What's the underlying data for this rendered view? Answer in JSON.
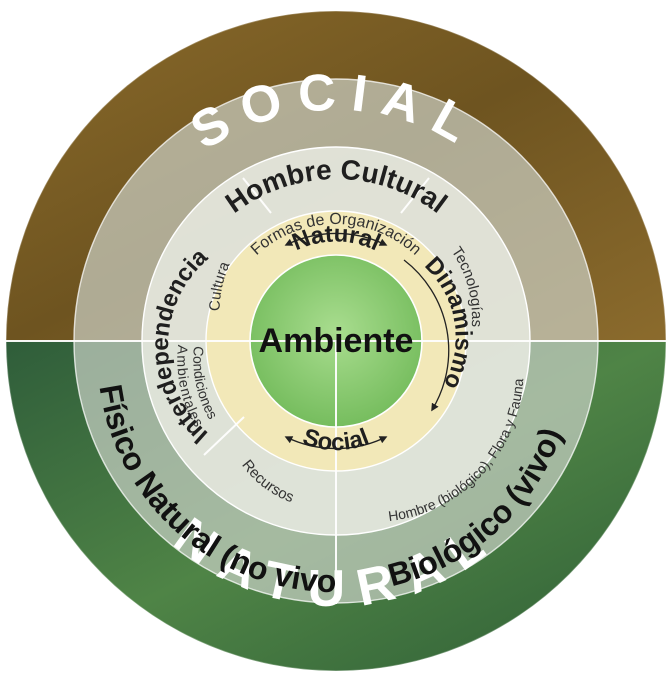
{
  "diagram": {
    "outer_top": "SOCIAL",
    "outer_bottom": "NATURAL",
    "hombre_cultural": "Hombre Cultural",
    "fisico_natural_bold": "Físico Natural",
    "fisico_natural_light": "(no vivo)",
    "biologico_bold": "Biológico",
    "biologico_light": "(vivo)",
    "formas_organizacion": "Formas de Organización",
    "cultura": "Cultura",
    "tecnologias": "Tecnologías",
    "condiciones_line1": "Condiciones",
    "condiciones_line2": "Ambientales",
    "recursos": "Recursos",
    "hombre_biologico": "Hombre (biológico), Flora y Fauna",
    "natural_inner": "Natural",
    "social_inner": "Social",
    "dinamismo": "Dinamismo",
    "interdependencia": "Interdependencia",
    "center": "Ambiente"
  },
  "colors": {
    "outer_top": "#7a5c22",
    "outer_top_dark": "#4f3a14",
    "outer_bottom": "#3f6f3e",
    "outer_bottom_dark": "#224a2c",
    "ring2": "#c9ccc3",
    "ring3": "#dcdfd6",
    "ring4": "#efe6b4",
    "center": "#8fcf78",
    "center_edge": "#6fb45a",
    "text_dark": "#1d1d1d",
    "text_white": "#ffffff"
  }
}
